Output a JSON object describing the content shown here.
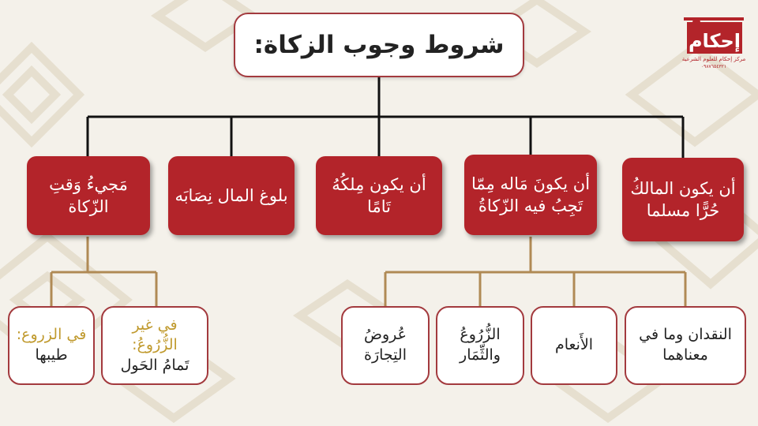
{
  "title": "شروط وجوب الزكاة:",
  "conditions": [
    {
      "text": "أن يكون المالكُ حُرًّا مسلما"
    },
    {
      "text": "أن يكونَ مَاله مِمّا تَجِبُ فيه الزّكاةُ"
    },
    {
      "text": "أن يكون مِلكُهُ تَامًا"
    },
    {
      "text": "بلوغ المال نِصَابَه"
    },
    {
      "text": "مَجيءُ وَقتِ الزّكاة"
    }
  ],
  "zakat_types": [
    {
      "text": "النقدان وما في معناهما"
    },
    {
      "text": "الأَنعام"
    },
    {
      "text": "الزُّرُوعُ والثِّمَار"
    },
    {
      "text": "عُروضُ التِجارَة"
    }
  ],
  "timing": [
    {
      "label": "في غير الزُّرُوعُ:",
      "text": "تَمامُ الحَول"
    },
    {
      "label": "في الزروع:",
      "text": "طيبها"
    }
  ],
  "logo": {
    "name": "إحكام",
    "subtitle": "مركز إحكام للعلوم الشرعية",
    "phone": "٠٩٨٧٦٥٤٣٢١",
    "color": "#b3242a"
  },
  "colors": {
    "box_red": "#b3242a",
    "main_line": "#111111",
    "sub_line": "#b08a55",
    "label_gold": "#c09a2e"
  }
}
